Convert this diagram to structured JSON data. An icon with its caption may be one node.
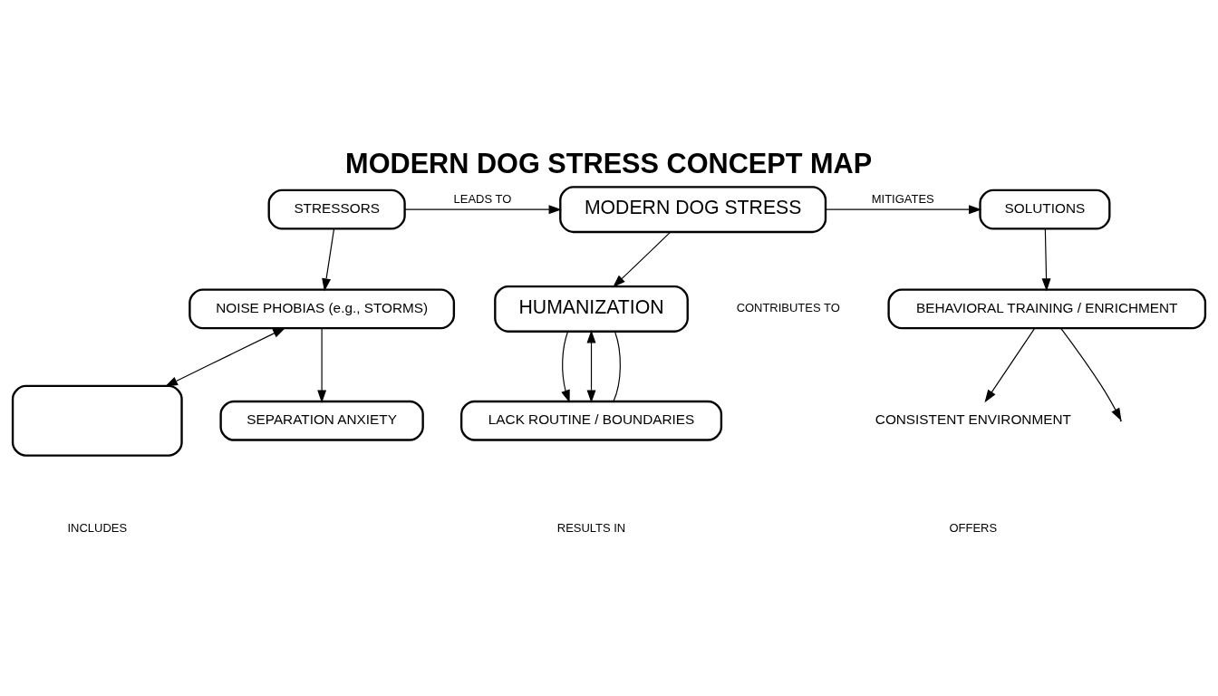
{
  "diagram": {
    "title": "MODERN DOG STRESS CONCEPT MAP",
    "nodes": [
      {
        "text": [
          "STRESSORS"
        ]
      },
      {
        "text": [
          "MODERN DOG STRESS"
        ]
      },
      {
        "text": [
          "SOLUTIONS"
        ]
      },
      {
        "text": [
          "NOISE PHOBIAS (e.g., STORMS)"
        ]
      },
      {
        "text": [],
        "shape": "box"
      },
      {
        "text": [
          "SEPARATION ANXIETY"
        ]
      },
      {
        "text": [
          "HUMANIZATION"
        ]
      },
      {
        "text": [
          "LACK ROUTINE / BOUNDARIES"
        ]
      },
      {
        "text": [
          "BEHAVIORAL TRAINING / ENRICHMENT"
        ]
      },
      {
        "text": [
          "CONSISTENT ENVIRONMENT"
        ]
      }
    ],
    "edges": [
      {
        "from": 0,
        "to": 1,
        "arrow": "to",
        "label": "LEADS TO"
      },
      {
        "from": 1,
        "to": 2,
        "arrow": "to",
        "label": "MITIGATES"
      },
      {
        "from": 0,
        "to": 3,
        "arrow": "to"
      },
      {
        "from": 3,
        "to": 4,
        "arrow": "both"
      },
      {
        "from": 3,
        "to": 5,
        "arrow": "to"
      },
      {
        "from": 1,
        "to": 6,
        "arrow": "to"
      },
      {
        "from": 6,
        "to": 7,
        "arrow": "to"
      },
      {
        "from": 6,
        "to": 7,
        "arrow": "both"
      },
      {
        "from": 6,
        "to": 7,
        "arrow": "none"
      },
      {
        "from": 2,
        "to": 8,
        "arrow": "to"
      },
      {
        "from": 8,
        "to": 9,
        "arrow": "to"
      },
      {
        "from": 8,
        "to": null,
        "arrow": "to"
      }
    ],
    "labels": [
      "CONTRIBUTES TO",
      "INCLUDES",
      "RESULTS IN",
      "OFFERS"
    ]
  }
}
